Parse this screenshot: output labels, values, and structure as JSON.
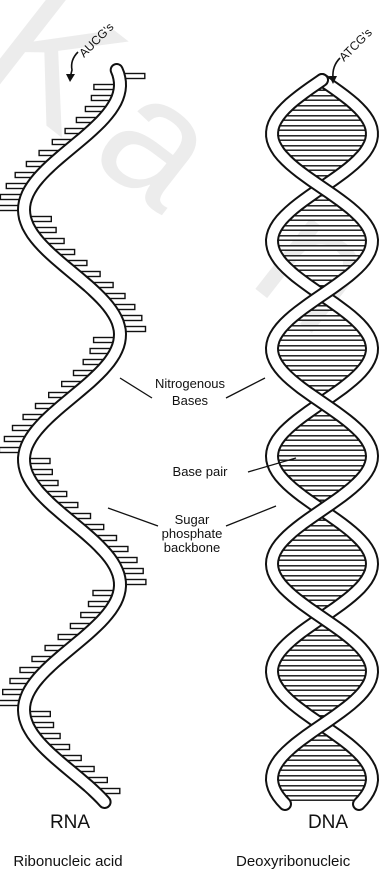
{
  "watermark": "Ka n",
  "rna": {
    "tag": "AUCG's",
    "name": "RNA",
    "full_name": "Ribonucleic acid"
  },
  "dna": {
    "tag": "ATCG's",
    "name": "DNA",
    "full_name": "Deoxyribonucleic"
  },
  "labels": {
    "nitrogenous_bases_line1": "Nitrogenous",
    "nitrogenous_bases_line2": "Bases",
    "base_pair": "Base pair",
    "backbone_line1": "Sugar",
    "backbone_line2": "phosphate",
    "backbone_line3": "backbone"
  },
  "colors": {
    "ink": "#111111",
    "background": "#ffffff"
  }
}
